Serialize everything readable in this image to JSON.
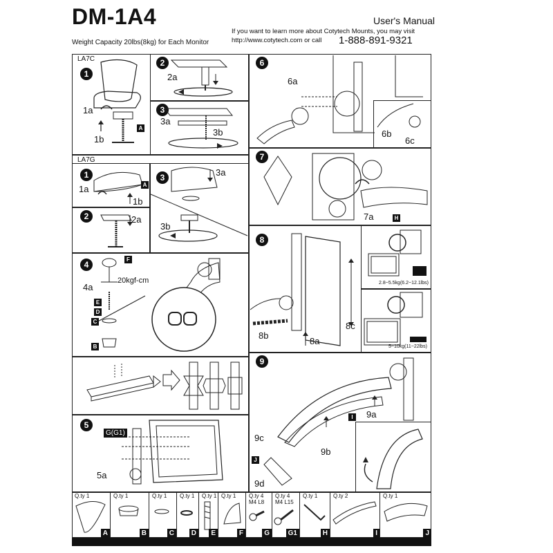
{
  "header": {
    "title": "DM-1A4",
    "capacity": "Weight Capacity 20lbs(8kg) for Each Monitor",
    "manual": "User's Manual",
    "info_line1": "If you want to learn more about Cotytech Mounts, you may visit",
    "info_line2": "http://www.cotytech.com or call",
    "phone": "1-888-891-9321"
  },
  "sections": {
    "la7c": "LA7C",
    "la7g": "LA7G",
    "torque": "20kgf-cm",
    "weight_small": "2.8~5.5kg(6.2~12.1lbs)",
    "weight_large": "5~10kg(11~22lbs)",
    "g_label": "G(G1)"
  },
  "steps": [
    "1",
    "2",
    "3",
    "1",
    "2",
    "3",
    "4",
    "5",
    "6",
    "7",
    "8",
    "9"
  ],
  "callouts": {
    "s1": [
      "1a",
      "1b"
    ],
    "s2": "2a",
    "s3": [
      "3a",
      "3b"
    ],
    "g1": [
      "1a",
      "1b"
    ],
    "g2": "2a",
    "g3": [
      "3a",
      "3b"
    ],
    "s4": "4a",
    "s5": "5a",
    "s6": [
      "6a",
      "6b",
      "6c"
    ],
    "s7": "7a",
    "s8": [
      "8a",
      "8b",
      "8c"
    ],
    "s9": [
      "9a",
      "9b",
      "9c",
      "9d"
    ]
  },
  "tags": {
    "a": "A",
    "b": "B",
    "c": "C",
    "d": "D",
    "e": "E",
    "f": "F",
    "h": "H",
    "i": "I",
    "j": "J"
  },
  "parts": [
    {
      "qty": "Q.ty 1",
      "spec": "",
      "letter": "A"
    },
    {
      "qty": "Q.ty 1",
      "spec": "",
      "letter": "B"
    },
    {
      "qty": "Q.ty 1",
      "spec": "",
      "letter": "C"
    },
    {
      "qty": "Q.ty 1",
      "spec": "",
      "letter": "D"
    },
    {
      "qty": "Q.ty 1",
      "spec": "",
      "letter": "E"
    },
    {
      "qty": "Q.ty 1",
      "spec": "",
      "letter": "F"
    },
    {
      "qty": "Q.ty 4",
      "spec": "M4 L8",
      "letter": "G"
    },
    {
      "qty": "Q.ty 4",
      "spec": "M4 L15",
      "letter": "G1"
    },
    {
      "qty": "Q.ty 1",
      "spec": "",
      "letter": "H"
    },
    {
      "qty": "Q.ty 2",
      "spec": "",
      "letter": "I"
    },
    {
      "qty": "Q.ty 1",
      "spec": "",
      "letter": "J"
    }
  ]
}
